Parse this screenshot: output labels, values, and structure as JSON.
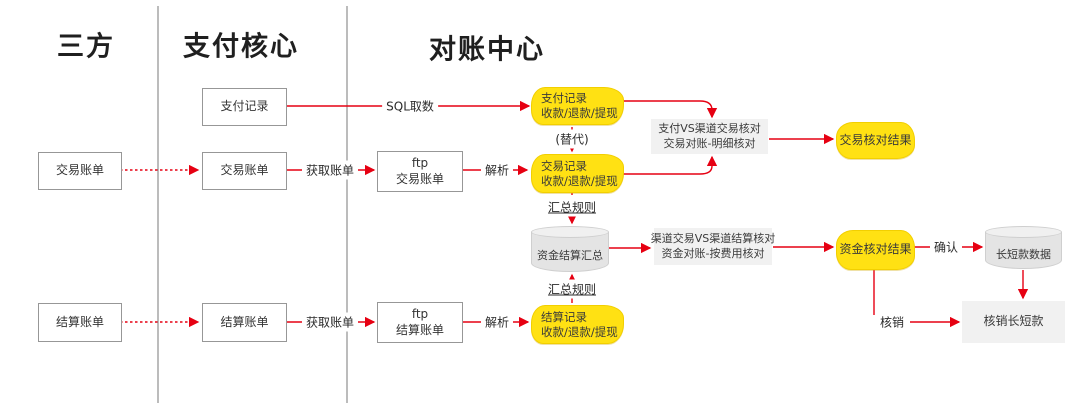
{
  "lanes": {
    "third": "三方",
    "core": "支付核心",
    "recon": "对账中心"
  },
  "nodes": {
    "pay_record": {
      "label": "支付记录"
    },
    "trade_bill_third": {
      "label": "交易账单"
    },
    "trade_bill_core": {
      "label": "交易账单"
    },
    "ftp_trade": {
      "line1": "ftp",
      "line2": "交易账单"
    },
    "settle_bill_third": {
      "label": "结算账单"
    },
    "settle_bill_core": {
      "label": "结算账单"
    },
    "ftp_settle": {
      "line1": "ftp",
      "line2": "结算账单"
    },
    "pay_record_detail": {
      "line1": "支付记录",
      "line2": "收款/退款/提现"
    },
    "trade_record_detail": {
      "line1": "交易记录",
      "line2": "收款/退款/提现"
    },
    "settle_record_detail": {
      "line1": "结算记录",
      "line2": "收款/退款/提现"
    },
    "trade_check": {
      "line1": "支付VS渠道交易核对",
      "line2": "交易对账-明细核对"
    },
    "fund_check": {
      "line1": "渠道交易VS渠道结算核对",
      "line2": "资金对账-按费用核对"
    },
    "trade_check_result": {
      "label": "交易核对结果"
    },
    "fund_check_result": {
      "label": "资金核对结果"
    },
    "fund_settle_sum": {
      "label": "资金结算汇总"
    },
    "long_short_data": {
      "label": "长短款数据"
    },
    "writeoff_long_short": {
      "label": "核销长短款"
    }
  },
  "edge_labels": {
    "sql_fetch": "SQL取数",
    "get_bill_trade": "获取账单",
    "parse_trade": "解析",
    "replace": "(替代)",
    "sum_rule_top": "汇总规则",
    "sum_rule_bottom": "汇总规则",
    "get_bill_settle": "获取账单",
    "parse_settle": "解析",
    "confirm": "确认",
    "writeoff": "核销"
  },
  "colors": {
    "accent_red": "#E60012",
    "node_yellow": "#FFE113",
    "node_gray": "#F1F1F1",
    "cylinder_gray": "#E4E4E4",
    "lane_line": "#8F8F8F"
  }
}
